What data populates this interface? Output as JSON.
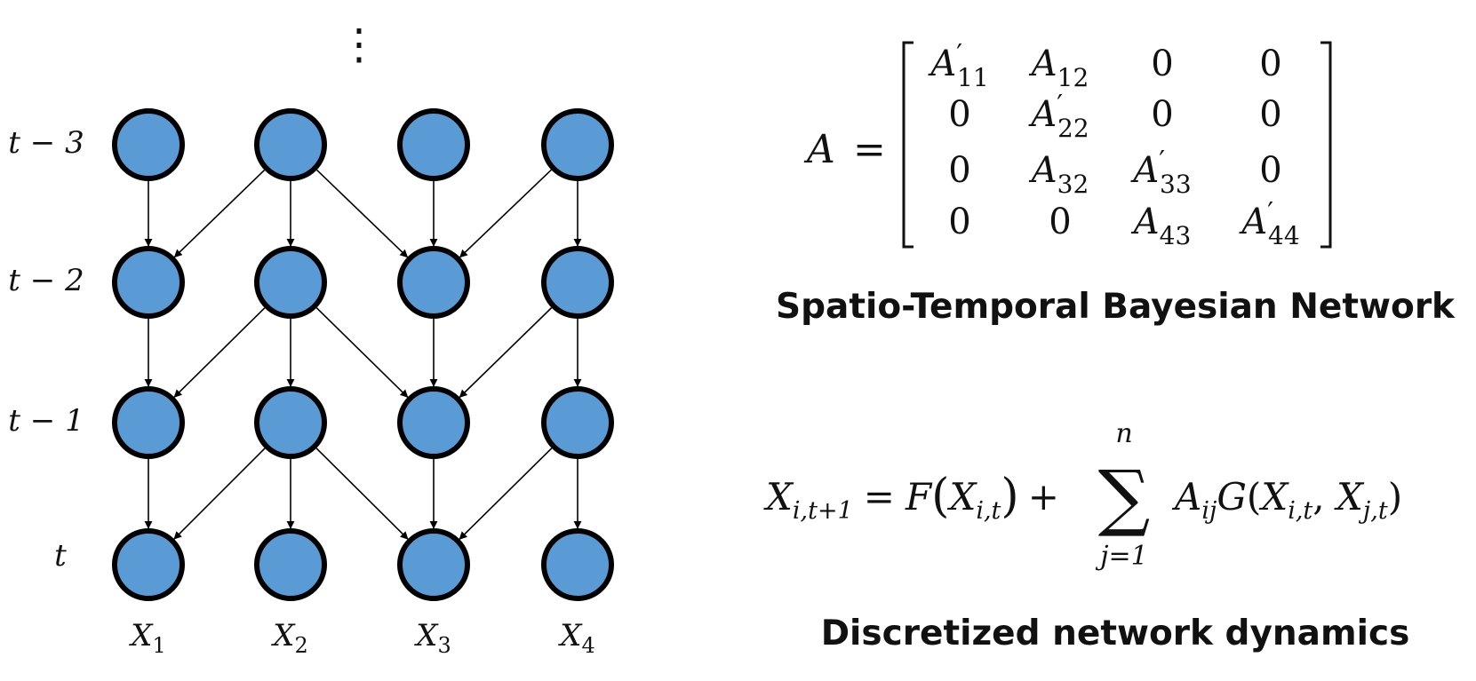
{
  "diagram": {
    "ellipsis": "⋮",
    "time_labels": [
      {
        "id": "t3",
        "text": "t − 3"
      },
      {
        "id": "t2",
        "text": "t − 2"
      },
      {
        "id": "t1",
        "text": "t − 1"
      },
      {
        "id": "t0",
        "text": "t"
      }
    ],
    "variables": [
      {
        "base": "X",
        "sub": "1"
      },
      {
        "base": "X",
        "sub": "2"
      },
      {
        "base": "X",
        "sub": "3"
      },
      {
        "base": "X",
        "sub": "4"
      }
    ],
    "node_color": "#5b9bd5",
    "edges": [
      [
        0,
        0,
        1,
        0
      ],
      [
        0,
        1,
        1,
        1
      ],
      [
        0,
        2,
        1,
        2
      ],
      [
        0,
        3,
        1,
        3
      ],
      [
        0,
        1,
        1,
        0
      ],
      [
        0,
        1,
        1,
        2
      ],
      [
        0,
        3,
        1,
        2
      ],
      [
        1,
        0,
        2,
        0
      ],
      [
        1,
        1,
        2,
        1
      ],
      [
        1,
        2,
        2,
        2
      ],
      [
        1,
        3,
        2,
        3
      ],
      [
        1,
        1,
        2,
        0
      ],
      [
        1,
        1,
        2,
        2
      ],
      [
        1,
        3,
        2,
        2
      ],
      [
        2,
        0,
        3,
        0
      ],
      [
        2,
        1,
        3,
        1
      ],
      [
        2,
        2,
        3,
        2
      ],
      [
        2,
        3,
        3,
        3
      ],
      [
        2,
        1,
        3,
        0
      ],
      [
        2,
        1,
        3,
        2
      ],
      [
        2,
        3,
        3,
        2
      ]
    ]
  },
  "matrix": {
    "lhs": "A",
    "equals": "=",
    "rows": [
      [
        {
          "b": "A",
          "s": "11",
          "p": true
        },
        {
          "b": "A",
          "s": "12",
          "p": false
        },
        {
          "b": "0"
        },
        {
          "b": "0"
        }
      ],
      [
        {
          "b": "0"
        },
        {
          "b": "A",
          "s": "22",
          "p": true
        },
        {
          "b": "0"
        },
        {
          "b": "0"
        }
      ],
      [
        {
          "b": "0"
        },
        {
          "b": "A",
          "s": "32",
          "p": false
        },
        {
          "b": "A",
          "s": "33",
          "p": true
        },
        {
          "b": "0"
        }
      ],
      [
        {
          "b": "0"
        },
        {
          "b": "0"
        },
        {
          "b": "A",
          "s": "43",
          "p": false
        },
        {
          "b": "A",
          "s": "44",
          "p": true
        }
      ]
    ],
    "caption": "Spatio-Temporal Bayesian Network"
  },
  "equation": {
    "lhs_base": "X",
    "lhs_sub": "i,t+1",
    "equals": "=",
    "f": "F",
    "arg_base": "X",
    "arg_sub": "i,t",
    "plus": "+",
    "sum_symbol": "∑",
    "sum_upper": "n",
    "sum_lower": "j=1",
    "coef_base": "A",
    "coef_sub": "ij",
    "g": "G",
    "g_arg1_base": "X",
    "g_arg1_sub": "i,t",
    "g_arg2_base": "X",
    "g_arg2_sub": "j,t",
    "caption": "Discretized network dynamics"
  }
}
